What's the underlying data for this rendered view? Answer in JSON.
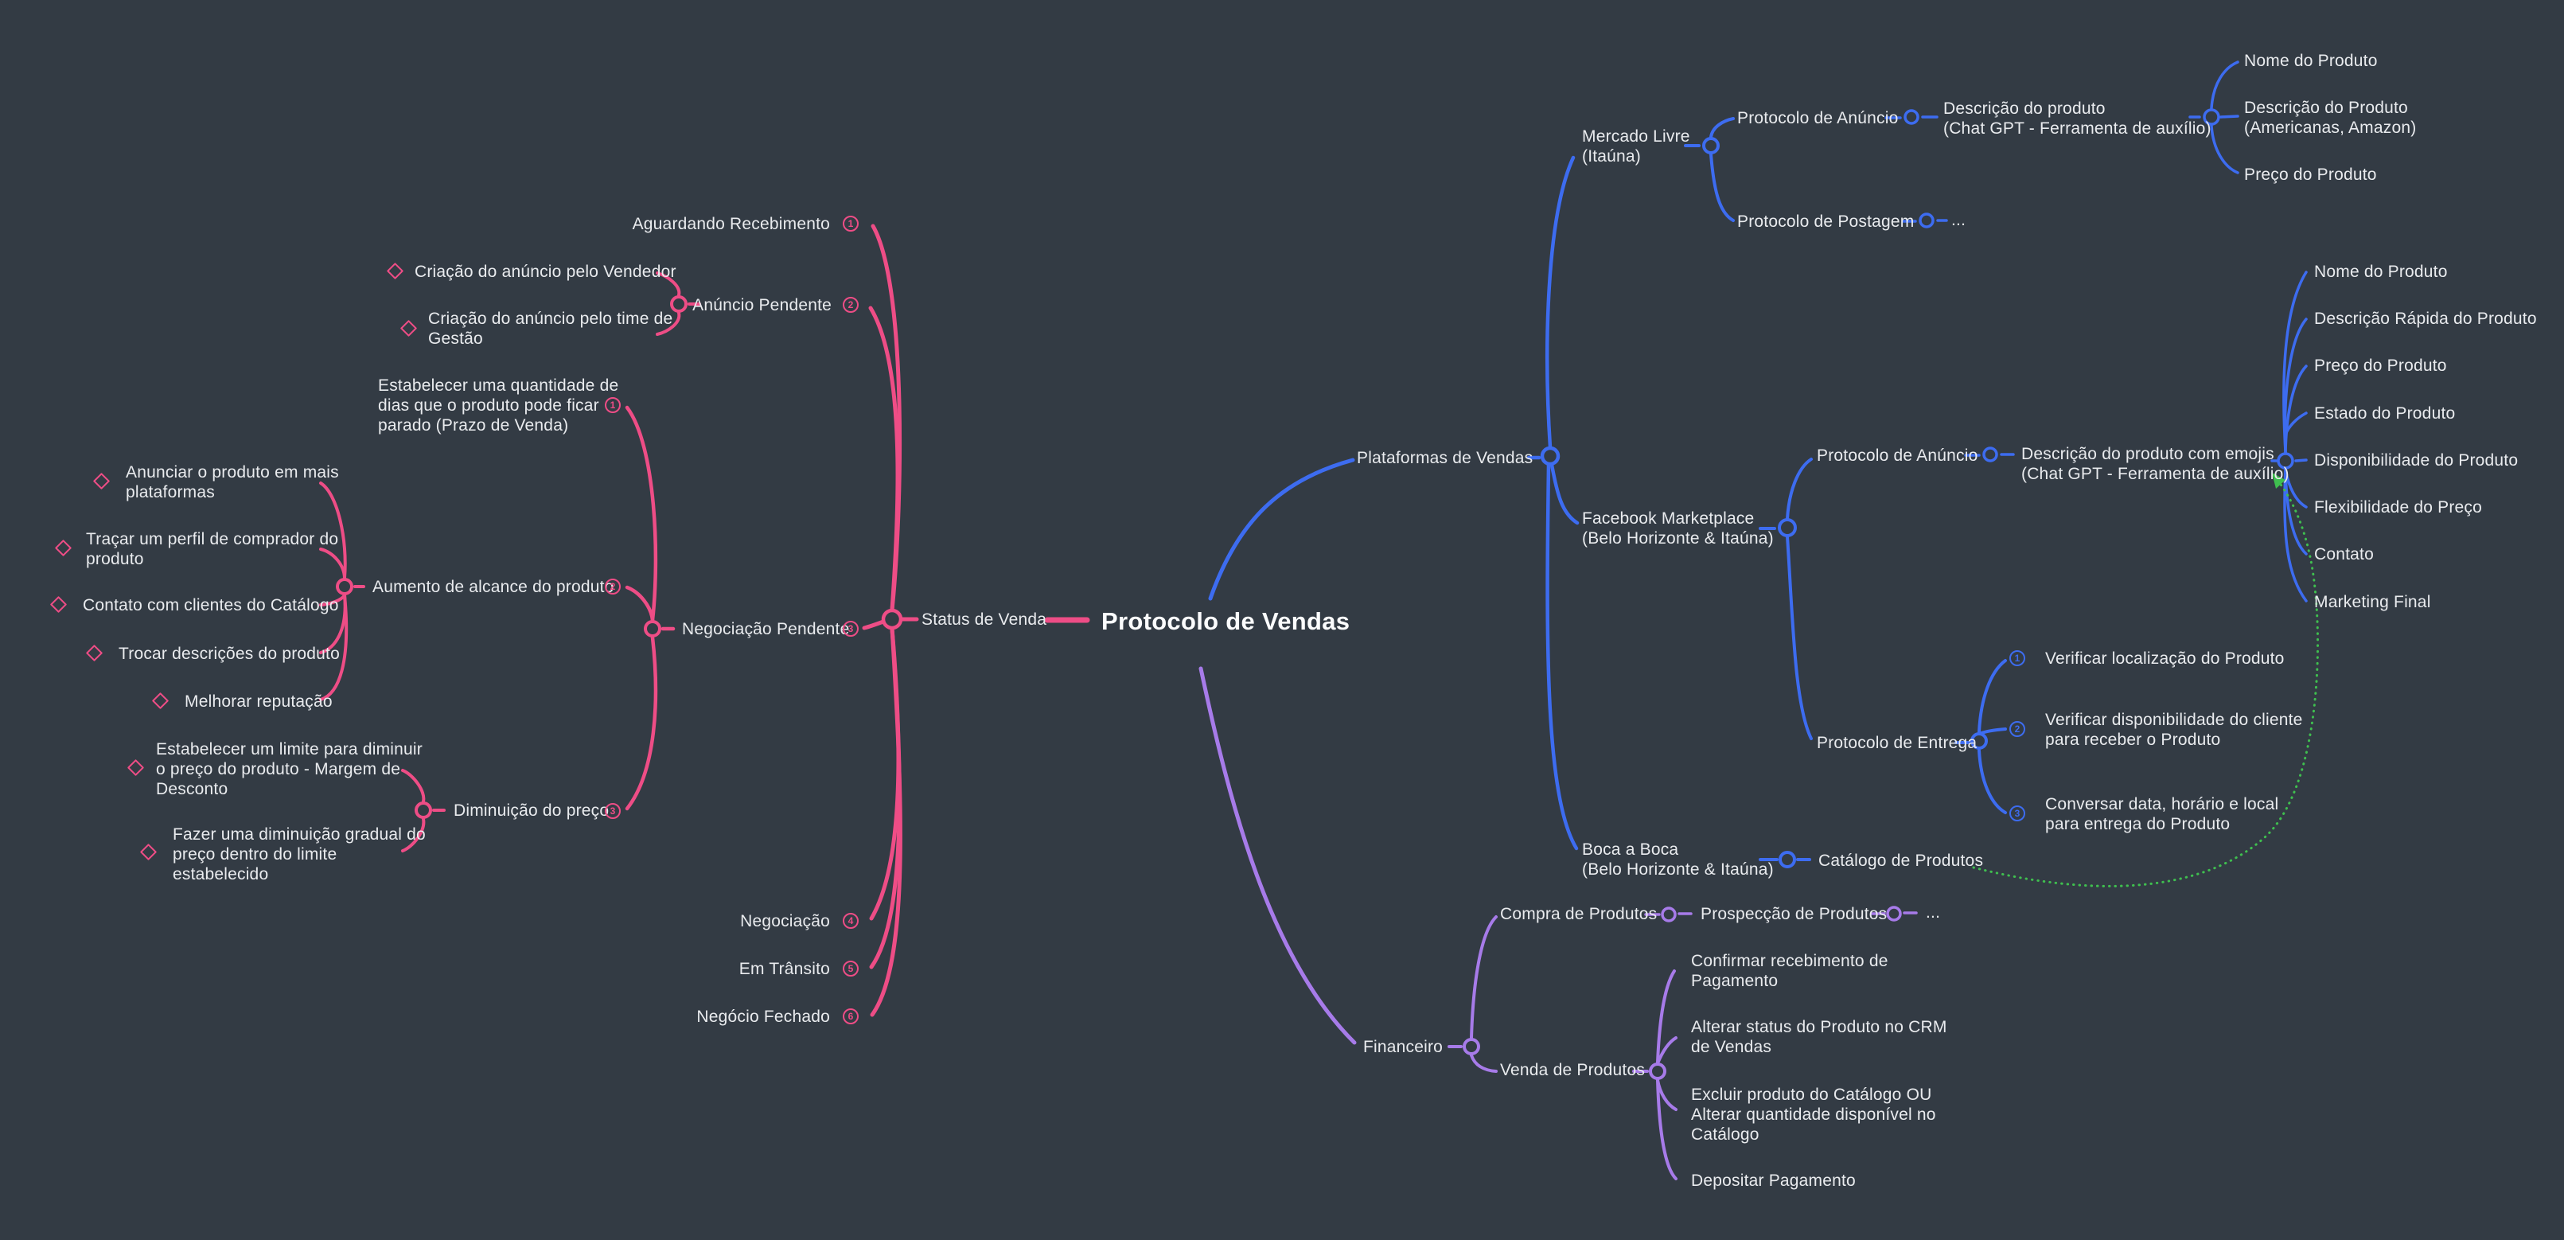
{
  "app": {
    "kind": "mind-map",
    "background": "#333B44"
  },
  "colors": {
    "pink": "#EE4D86",
    "blue": "#3D6CF0",
    "purple": "#A77BE9",
    "green": "#3FBF4F",
    "text": "#E9EBEE"
  },
  "center": {
    "label": "Protocolo de Vendas"
  },
  "status": {
    "label": "Status de Venda",
    "children": [
      {
        "label": "Aguardando Recebimento",
        "badge": "1"
      },
      {
        "label": "Anúncio Pendente",
        "badge": "2",
        "children": [
          {
            "label": "Criação do anúncio pelo Vendedor"
          },
          {
            "label": "Criação do anúncio pelo time de\nGestão"
          }
        ]
      },
      {
        "label": "Negociação Pendente",
        "badge": "3",
        "children": [
          {
            "label": "Estabelecer uma quantidade de\ndias que o produto pode ficar\nparado (Prazo de Venda)",
            "badge": "1"
          },
          {
            "label": "Aumento de alcance do produto",
            "badge": "2",
            "children": [
              {
                "label": "Anunciar o produto em mais\nplataformas"
              },
              {
                "label": "Traçar um perfil de comprador do\nproduto"
              },
              {
                "label": "Contato com clientes do Catálogo"
              },
              {
                "label": "Trocar descrições do produto"
              },
              {
                "label": "Melhorar reputação"
              }
            ]
          },
          {
            "label": "Diminuição do preço",
            "badge": "3",
            "children": [
              {
                "label": "Estabelecer um limite para diminuir\no preço do produto - Margem de\nDesconto"
              },
              {
                "label": "Fazer uma diminuição gradual do\npreço dentro do limite\nestabelecido"
              }
            ]
          }
        ]
      },
      {
        "label": "Negociação",
        "badge": "4"
      },
      {
        "label": "Em Trânsito",
        "badge": "5"
      },
      {
        "label": "Negócio Fechado",
        "badge": "6"
      }
    ]
  },
  "plataformas": {
    "label": "Plataformas de Vendas",
    "children": [
      {
        "label": "Mercado Livre\n(Itaúna)",
        "children": [
          {
            "label": "Protocolo de Anúncio",
            "children": [
              {
                "label": "Descrição do produto\n(Chat GPT - Ferramenta de auxílio)",
                "children": [
                  {
                    "label": "Nome do Produto"
                  },
                  {
                    "label": "Descrição do Produto\n(Americanas, Amazon)"
                  },
                  {
                    "label": "Preço do Produto"
                  }
                ]
              }
            ]
          },
          {
            "label": "Protocolo de Postagem",
            "children": [
              {
                "label": "..."
              }
            ]
          }
        ]
      },
      {
        "label": "Facebook Marketplace\n(Belo Horizonte & Itaúna)",
        "children": [
          {
            "label": "Protocolo de Anúncio",
            "children": [
              {
                "label": "Descrição do produto com emojis\n(Chat GPT - Ferramenta de auxílio)",
                "children": [
                  {
                    "label": "Nome do Produto"
                  },
                  {
                    "label": "Descrição Rápida do Produto"
                  },
                  {
                    "label": "Preço do Produto"
                  },
                  {
                    "label": "Estado do Produto"
                  },
                  {
                    "label": "Disponibilidade do Produto"
                  },
                  {
                    "label": "Flexibilidade do Preço"
                  },
                  {
                    "label": "Contato"
                  },
                  {
                    "label": "Marketing Final"
                  }
                ]
              }
            ]
          },
          {
            "label": "Protocolo de Entrega",
            "children": [
              {
                "label": "Verificar localização do Produto",
                "badge": "1"
              },
              {
                "label": "Verificar disponibilidade do cliente\npara receber o Produto",
                "badge": "2"
              },
              {
                "label": "Conversar data, horário e local\npara entrega do Produto",
                "badge": "3"
              }
            ]
          }
        ]
      },
      {
        "label": "Boca a Boca\n(Belo Horizonte & Itaúna)",
        "children": [
          {
            "label": "Catálogo de Produtos"
          }
        ]
      }
    ]
  },
  "financeiro": {
    "label": "Financeiro",
    "children": [
      {
        "label": "Compra de Produtos",
        "children": [
          {
            "label": "Prospecção de Produtos",
            "children": [
              {
                "label": "..."
              }
            ]
          }
        ]
      },
      {
        "label": "Venda de Produtos",
        "children": [
          {
            "label": "Confirmar recebimento de\nPagamento"
          },
          {
            "label": "Alterar status do Produto no CRM\nde Vendas"
          },
          {
            "label": "Excluir produto do Catálogo OU\nAlterar quantidade disponível no\nCatálogo"
          },
          {
            "label": "Depositar Pagamento"
          }
        ]
      }
    ]
  }
}
